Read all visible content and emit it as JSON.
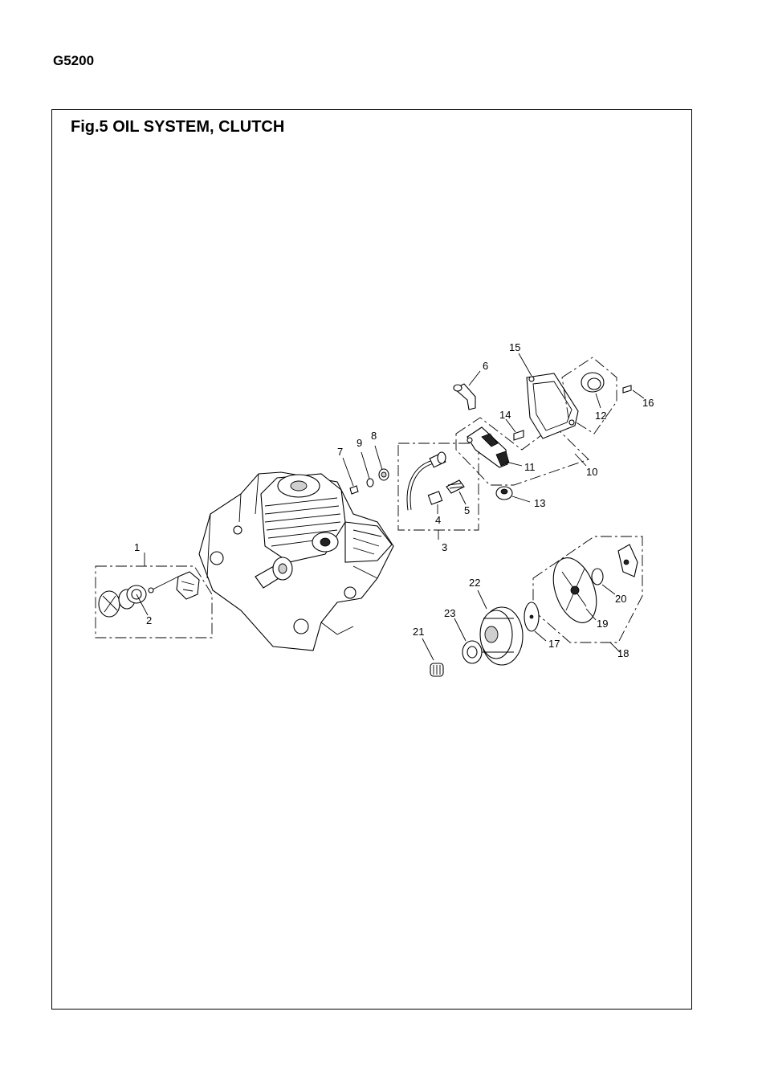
{
  "header": {
    "model": "G5200"
  },
  "figure": {
    "title": "Fig.5 OIL SYSTEM, CLUTCH",
    "callouts": {
      "c1": "1",
      "c2": "2",
      "c3": "3",
      "c4": "4",
      "c5": "5",
      "c6": "6",
      "c7": "7",
      "c8": "8",
      "c9": "9",
      "c10": "10",
      "c11": "11",
      "c12": "12",
      "c13": "13",
      "c14": "14",
      "c15": "15",
      "c16": "16",
      "c17": "17",
      "c18": "18",
      "c19": "19",
      "c20": "20",
      "c21": "21",
      "c22": "22",
      "c23": "23"
    }
  }
}
